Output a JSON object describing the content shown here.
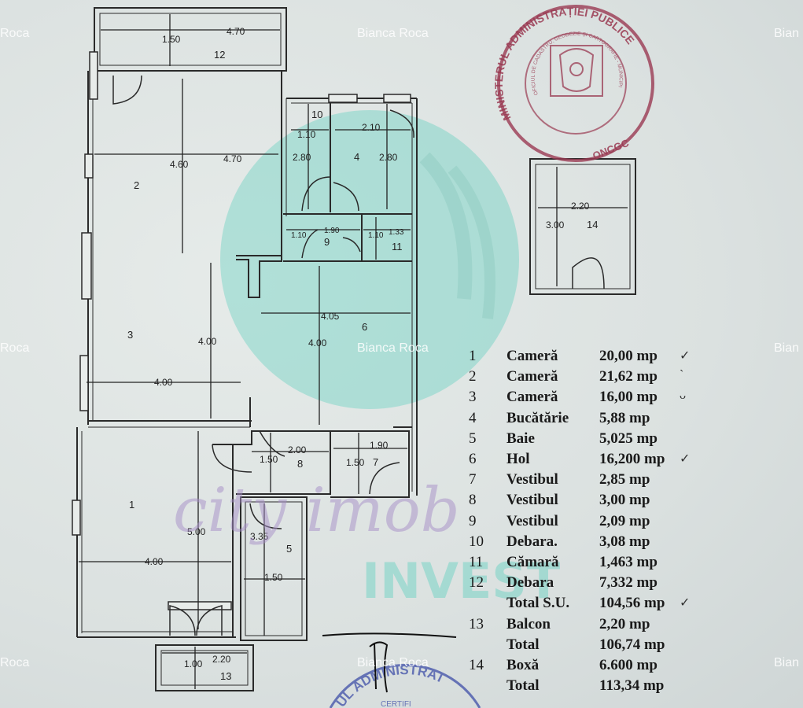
{
  "watermarks": {
    "top_center": "Bianca Roca",
    "top_left": "Roca",
    "top_right": "Bian",
    "mid_center": "Bianca Roca",
    "mid_left": "Roca",
    "mid_right": "Bian",
    "bottom_center": "Bianca Roca",
    "bottom_left": "Roca",
    "bottom_right": "Bian"
  },
  "plan": {
    "dims": {
      "r12_w1": "1.50",
      "r12_w2": "4.70",
      "r2_h": "4.60",
      "r2_w": "4.70",
      "r10_w": "1.10",
      "r10_h": "2.80",
      "r4_w": "2.10",
      "r4_h": "2.80",
      "r9_a": "1.10",
      "r9_b": "1.90",
      "r11_a": "1.10",
      "r11_b": "1.33",
      "r6_w": "4.05",
      "r6_h": "4.00",
      "r3_h": "4.00",
      "r3_w": "4.00",
      "r8_a": "1.50",
      "r8_b": "2.00",
      "r7_a": "1.50",
      "r7_b": "1.90",
      "r1_h": "5.00",
      "r1_w": "4.00",
      "r5_h": "3.35",
      "r5_w": "1.50",
      "r13_a": "1.00",
      "r13_b": "2.20",
      "r14_w": "2.20",
      "r14_h": "3.00"
    },
    "rooms": {
      "r1": "1",
      "r2": "2",
      "r3": "3",
      "r4": "4",
      "r5": "5",
      "r6": "6",
      "r7": "7",
      "r8": "8",
      "r9": "9",
      "r10": "10",
      "r11": "11",
      "r12": "12",
      "r13": "13",
      "r14": "14"
    }
  },
  "stamp": {
    "top_text": "MINISTERUL ADMINISTRAȚIEI PUBLICE",
    "inner_text": "OFICIUL DE CADASTRU, GEODEZIE ȘI CARTOGRAFIE - MUNICIPIUL BUCUREȘTI",
    "bottom_text": "ONCGC",
    "stamp2_text": "UL ADMINISTRAT",
    "stamp2_sub": "CERTIFI"
  },
  "logo_watermark": {
    "script": "city imob",
    "word": "INVEST"
  },
  "legend": [
    {
      "num": "1",
      "name": "Cameră",
      "area": "20,00 mp",
      "tick": "✓"
    },
    {
      "num": "2",
      "name": "Cameră",
      "area": "21,62 mp",
      "tick": "ˋ"
    },
    {
      "num": "3",
      "name": "Cameră",
      "area": "16,00 mp",
      "tick": "ᴗ"
    },
    {
      "num": "4",
      "name": "Bucătărie",
      "area": "5,88 mp",
      "tick": ""
    },
    {
      "num": "5",
      "name": "Baie",
      "area": "5,025 mp",
      "tick": ""
    },
    {
      "num": "6",
      "name": "Hol",
      "area": "16,200 mp",
      "tick": "✓"
    },
    {
      "num": "7",
      "name": "Vestibul",
      "area": "2,85 mp",
      "tick": ""
    },
    {
      "num": "8",
      "name": "Vestibul",
      "area": "3,00 mp",
      "tick": ""
    },
    {
      "num": "9",
      "name": "Vestibul",
      "area": "2,09 mp",
      "tick": ""
    },
    {
      "num": "10",
      "name": "Debara.",
      "area": "3,08 mp",
      "tick": ""
    },
    {
      "num": "11",
      "name": "Cămară",
      "area": "1,463 mp",
      "tick": ""
    },
    {
      "num": "12",
      "name": "Debara",
      "area": "7,332 mp",
      "tick": ""
    },
    {
      "num": "",
      "name": "Total S.U.",
      "area": "104,56 mp",
      "tick": "✓"
    },
    {
      "num": "13",
      "name": "Balcon",
      "area": "2,20 mp",
      "tick": ""
    },
    {
      "num": "",
      "name": "Total",
      "area": "106,74 mp",
      "tick": ""
    },
    {
      "num": "14",
      "name": "Boxă",
      "area": "6.600 mp",
      "tick": ""
    },
    {
      "num": "",
      "name": "Total",
      "area": "113,34 mp",
      "tick": ""
    }
  ],
  "colors": {
    "ink": "#222222",
    "stamp": "#9a3a52",
    "logo_teal": "#6fd3c4",
    "logo_purple": "#a78fc8"
  }
}
